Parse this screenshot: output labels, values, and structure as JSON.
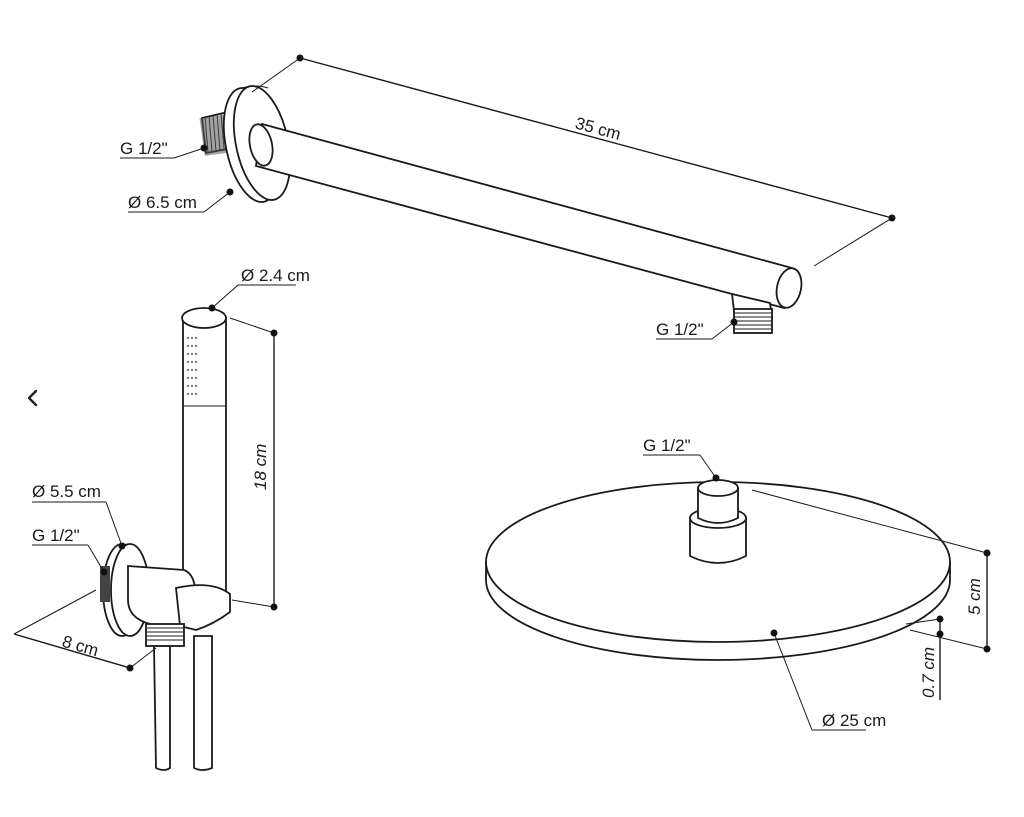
{
  "nav": {
    "back_icon": "chevron-left-icon"
  },
  "arm": {
    "length": "35 cm",
    "inlet_thread": "G 1/2\"",
    "flange_diameter": "Ø 6.5 cm",
    "outlet_thread": "G 1/2\""
  },
  "hand_shower": {
    "handle_diameter": "Ø 2.4 cm",
    "handle_length": "18 cm",
    "holder_diameter": "Ø 5.5 cm",
    "holder_thread": "G 1/2\"",
    "holder_depth": "8 cm"
  },
  "head": {
    "inlet_thread": "G 1/2\"",
    "height": "5 cm",
    "plate_thickness": "0.7 cm",
    "diameter": "Ø 25 cm"
  }
}
